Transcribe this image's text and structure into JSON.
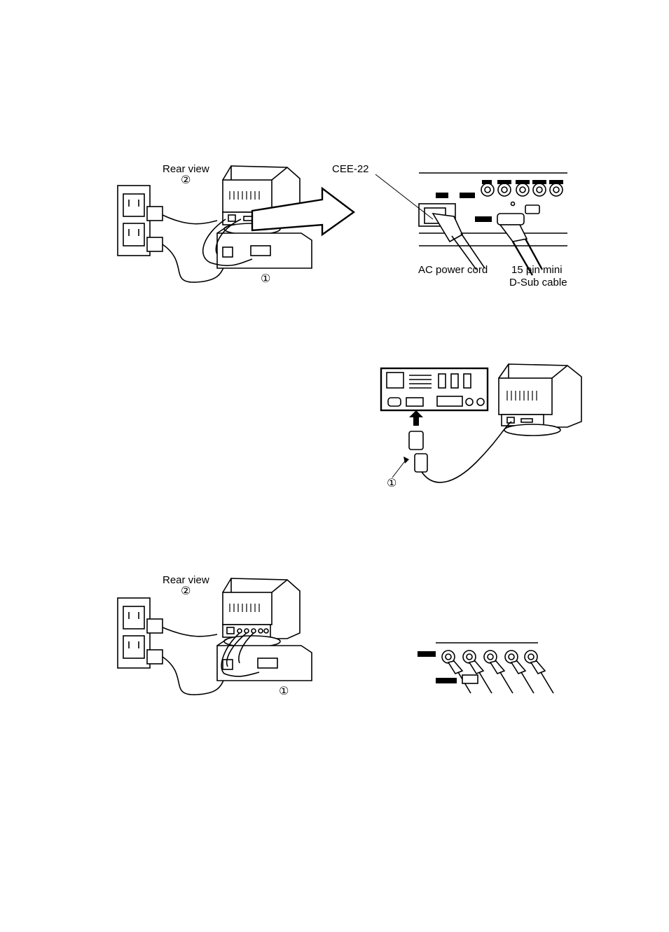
{
  "figure1": {
    "rear_view_label": "Rear view",
    "callout_2": "②",
    "callout_1": "①"
  },
  "figure2": {
    "cee_label": "CEE-22",
    "ac_cord_label": "AC power cord",
    "dsub_label_line1": "15 pin mini",
    "dsub_label_line2": "D-Sub cable"
  },
  "figure3": {
    "callout_1": "①"
  },
  "figure4": {
    "rear_view_label": "Rear view",
    "callout_2": "②",
    "callout_1": "①"
  }
}
